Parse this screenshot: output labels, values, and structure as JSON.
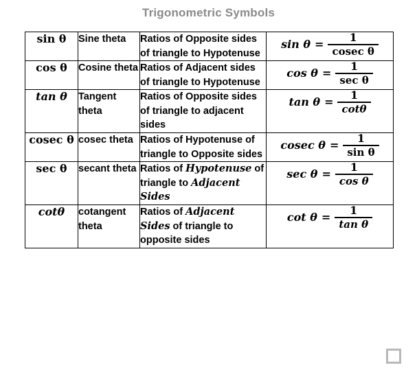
{
  "page": {
    "title": "Trigonometric Symbols",
    "title_color": "#8a8a8a",
    "background": "#ffffff",
    "border_color": "#000000"
  },
  "table": {
    "rows": [
      {
        "symbol": "sin θ",
        "symbol_style": "upright",
        "name": "Sine theta",
        "meaning_parts": [
          {
            "text": "Ratios of Opposite sides of triangle to Hypotenuse",
            "emphasis": false
          }
        ],
        "formula": {
          "lhs": "sin θ",
          "rel": "=",
          "numerator": "1",
          "denominator": "cosec θ",
          "denominator_style": "upright",
          "plain": "sin θ = 1 / cosec θ"
        }
      },
      {
        "symbol": "cos θ",
        "symbol_style": "upright",
        "name": "Cosine theta",
        "meaning_parts": [
          {
            "text": "Ratios of Adjacent sides of triangle to Hypotenuse",
            "emphasis": false
          }
        ],
        "formula": {
          "lhs": "cos θ",
          "rel": "=",
          "numerator": "1",
          "denominator": "sec θ",
          "denominator_style": "upright",
          "plain": "cos θ = 1 / sec θ"
        }
      },
      {
        "symbol": "tan θ",
        "symbol_style": "italic",
        "name": "Tangent theta",
        "meaning_parts": [
          {
            "text": "Ratios of Opposite sides of triangle to adjacent sides",
            "emphasis": false
          }
        ],
        "formula": {
          "lhs": "tan θ",
          "rel": "=",
          "numerator": "1",
          "denominator": "cotθ",
          "denominator_style": "italic",
          "plain": "tan θ = 1 / cotθ"
        }
      },
      {
        "symbol": "cosec θ",
        "symbol_style": "upright",
        "name": "cosec theta",
        "meaning_parts": [
          {
            "text": "Ratios of Hypotenuse of triangle to Opposite sides",
            "emphasis": false
          }
        ],
        "formula": {
          "lhs": "cosec θ",
          "rel": "=",
          "numerator": "1",
          "denominator": "sin θ",
          "denominator_style": "upright",
          "plain": "cosec θ = 1 / sin θ"
        }
      },
      {
        "symbol": "sec θ",
        "symbol_style": "upright",
        "name": "secant theta",
        "meaning_parts": [
          {
            "text": "Ratios of ",
            "emphasis": false
          },
          {
            "text": "Hypotenuse",
            "emphasis": true
          },
          {
            "text": " of triangle to ",
            "emphasis": false
          },
          {
            "text": "Adjacent Sides",
            "emphasis": true
          }
        ],
        "formula": {
          "lhs": "sec θ",
          "rel": "=",
          "numerator": "1",
          "denominator": "cos θ",
          "denominator_style": "italic",
          "plain": "sec θ = 1 / cos θ"
        }
      },
      {
        "symbol": "cotθ",
        "symbol_style": "italic",
        "name": "cotangent theta",
        "meaning_parts": [
          {
            "text": "Ratios of ",
            "emphasis": false
          },
          {
            "text": "Adjacent Sides",
            "emphasis": true
          },
          {
            "text": " of triangle to opposite sides",
            "emphasis": false
          }
        ],
        "formula": {
          "lhs": "cot θ",
          "rel": "=",
          "numerator": "1",
          "denominator": "tan θ",
          "denominator_style": "italic",
          "plain": "cot θ = 1 / tan θ"
        }
      }
    ]
  },
  "resize_handle": {
    "present": true,
    "color": "#b8b8b8"
  }
}
